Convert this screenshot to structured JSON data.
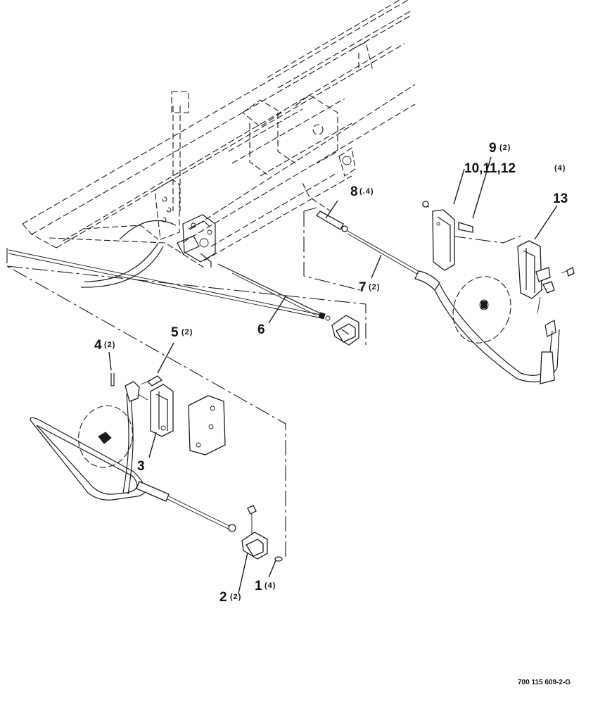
{
  "callouts": [
    {
      "id": "1",
      "num": "1",
      "qty": "(4)"
    },
    {
      "id": "2",
      "num": "2",
      "qty": "(2)"
    },
    {
      "id": "3",
      "num": "3",
      "qty": ""
    },
    {
      "id": "4",
      "num": "4",
      "qty": "(2)"
    },
    {
      "id": "5",
      "num": "5",
      "qty": "(2)"
    },
    {
      "id": "6",
      "num": "6",
      "qty": ""
    },
    {
      "id": "7",
      "num": "7",
      "qty": "(2)"
    },
    {
      "id": "8",
      "num": "8",
      "qty": "(.4)"
    },
    {
      "id": "9",
      "num": "9",
      "qty": "(2)"
    },
    {
      "id": "10-12",
      "num": "10,11,12",
      "qty": "(4)"
    },
    {
      "id": "13",
      "num": "13",
      "qty": ""
    }
  ],
  "drawing_id": "700 115 609-2-G"
}
